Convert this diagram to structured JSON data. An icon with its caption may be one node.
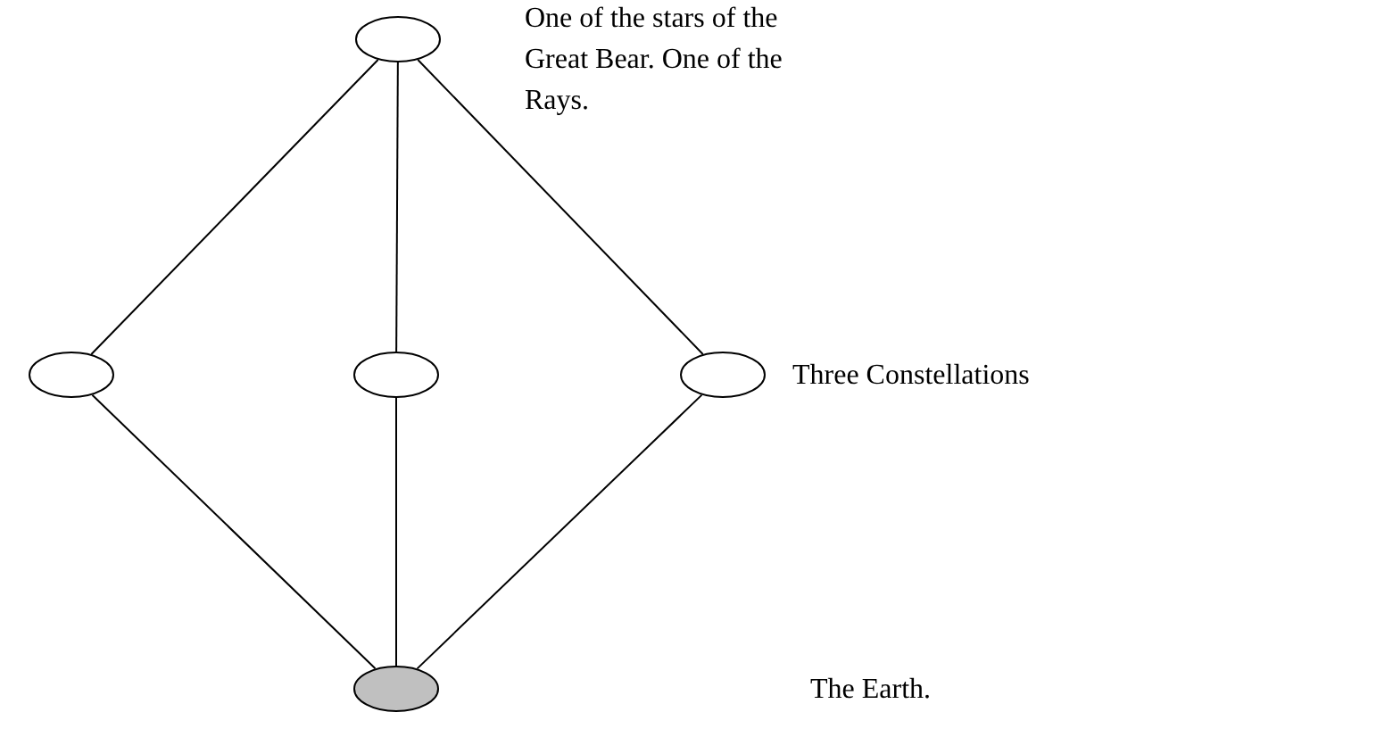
{
  "diagram": {
    "nodes": [
      {
        "text": [],
        "shape": "ellipse"
      },
      {
        "text": [],
        "shape": "ellipse"
      },
      {
        "text": [],
        "shape": "ellipse"
      },
      {
        "text": [],
        "shape": "ellipse"
      },
      {
        "text": [],
        "shape": "ellipse"
      }
    ],
    "edges": [
      {
        "from": 0,
        "to": 1,
        "arrow": "none"
      },
      {
        "from": 0,
        "to": 2,
        "arrow": "none"
      },
      {
        "from": 0,
        "to": 3,
        "arrow": "none"
      },
      {
        "from": 1,
        "to": 4,
        "arrow": "none"
      },
      {
        "from": 2,
        "to": 4,
        "arrow": "none"
      },
      {
        "from": 3,
        "to": 4,
        "arrow": "none"
      }
    ],
    "labels": [
      "One of the stars of the Great Bear. One of the Rays.",
      "Three Constellations",
      "The Earth."
    ]
  }
}
